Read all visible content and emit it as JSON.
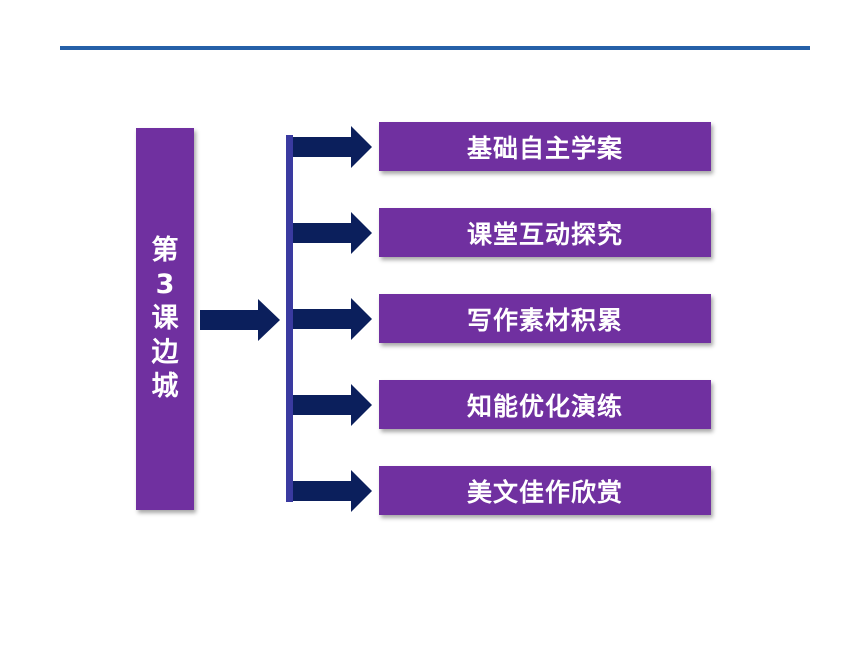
{
  "header": {
    "rule_color": "#2560a8"
  },
  "lesson": {
    "chars": [
      "第",
      "3",
      "课",
      "边",
      "城"
    ],
    "color": "#7030a0"
  },
  "menu": {
    "items": [
      {
        "label": "基础自主学案"
      },
      {
        "label": "课堂互动探究"
      },
      {
        "label": "写作素材积累"
      },
      {
        "label": "知能优化演练"
      },
      {
        "label": "美文佳作欣赏"
      }
    ],
    "color": "#7030a0"
  },
  "connector": {
    "color": "#0b1f5c",
    "bracket_color": "#3a3aa0"
  }
}
